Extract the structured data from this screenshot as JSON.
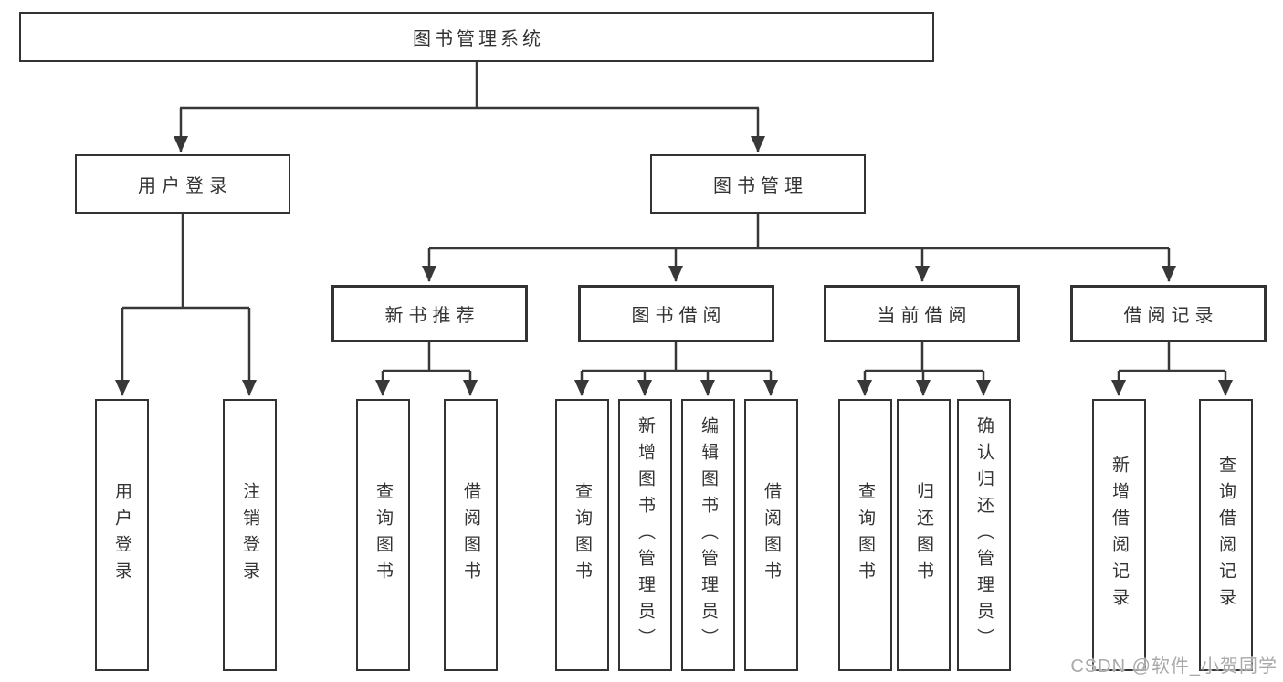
{
  "diagram": {
    "root": "图书管理系统",
    "branches": [
      {
        "label": "用户登录",
        "children": [
          "用户登录",
          "注销登录"
        ]
      },
      {
        "label": "图书管理",
        "modules": [
          {
            "label": "新书推荐",
            "children": [
              "查询图书",
              "借阅图书"
            ]
          },
          {
            "label": "图书借阅",
            "children": [
              "查询图书",
              "新增图书（管理员）",
              "编辑图书（管理员）",
              "借阅图书"
            ]
          },
          {
            "label": "当前借阅",
            "children": [
              "查询图书",
              "归还图书",
              "确认归还（管理员）"
            ]
          },
          {
            "label": "借阅记录",
            "children": [
              "新增借阅记录",
              "查询借阅记录"
            ]
          }
        ]
      }
    ],
    "colors": {
      "line": "#383838",
      "border": "#333333",
      "text": "#333333",
      "watermark": "#a9a9a9"
    },
    "watermark": "CSDN @软件_小贺同学"
  }
}
